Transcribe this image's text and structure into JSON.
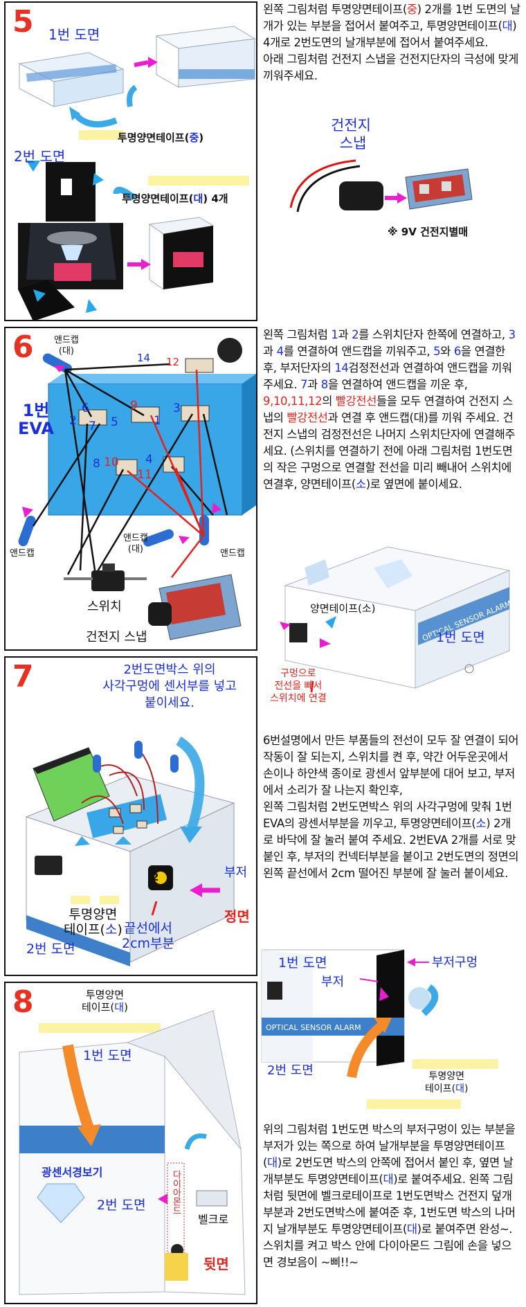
{
  "step5": {
    "number": "5",
    "label_drawing1": "1번 도면",
    "label_drawing2": "2번 도면",
    "tape_mid_a": "투명양면테이프(",
    "tape_mid_b": "중",
    "tape_mid_c": ")",
    "tape_large_a": "투명양면테이프(",
    "tape_large_b": "대",
    "tape_large_c": ") 4개",
    "text": [
      {
        "t": "왼쪽 그림처럼 투명양면테이프(",
        "c": ""
      },
      {
        "t": "중",
        "c": "red"
      },
      {
        "t": ") 2개를 1번 도면의 날개가 있는 부분을 접어서 붙여주고, 투명양면테이프(",
        "c": ""
      },
      {
        "t": "대",
        "c": "blue"
      },
      {
        "t": ") 4개로 2번도면의 날개부분에 접어서 붙여주세요.",
        "c": ""
      }
    ],
    "text2": "아래 그림처럼 건전지 스냅을 건전지단자의 극성에 맞게 끼워주세요.",
    "snap_label_1": "건전지",
    "snap_label_2": "스냅",
    "battery_note": "※ 9V 건전지별매"
  },
  "step6": {
    "number": "6",
    "endcap_large": "앤드캡",
    "endcap_large_sub": "(대)",
    "eva_1": "1번",
    "eva_2": "EVA",
    "endcap_left": "앤드캡",
    "endcap_large2": "앤드캡",
    "endcap_large2_sub": "(대)",
    "endcap_right": "앤드캡",
    "switch_label": "스위치",
    "snap_label": "건전지 스냅",
    "terminal_nums": [
      "6",
      "2",
      "7",
      "9",
      "5",
      "3",
      "1",
      "8",
      "10",
      "4",
      "11",
      "14",
      "12"
    ],
    "text": [
      {
        "t": "왼쪽 그림처럼 ",
        "c": ""
      },
      {
        "t": "1",
        "c": "blue"
      },
      {
        "t": "과 ",
        "c": ""
      },
      {
        "t": "2",
        "c": "blue"
      },
      {
        "t": "를 스위치단자 한쪽에 연결하고, ",
        "c": ""
      },
      {
        "t": "3",
        "c": "blue"
      },
      {
        "t": "과 ",
        "c": ""
      },
      {
        "t": "4",
        "c": "blue"
      },
      {
        "t": "를 연결하여 앤드캡을 끼워주고, ",
        "c": ""
      },
      {
        "t": "5",
        "c": "blue"
      },
      {
        "t": "와 ",
        "c": ""
      },
      {
        "t": "6",
        "c": "blue"
      },
      {
        "t": "을 연결한 후, 부저단자의 ",
        "c": ""
      },
      {
        "t": "14",
        "c": "blue"
      },
      {
        "t": "검정전선과 연결하여 앤드캡을 끼워주세요. ",
        "c": ""
      },
      {
        "t": "7",
        "c": "blue"
      },
      {
        "t": "과 ",
        "c": ""
      },
      {
        "t": "8",
        "c": "blue"
      },
      {
        "t": "을 연결하여 앤드캡을 끼운 후, ",
        "c": ""
      },
      {
        "t": "9,10,11,12",
        "c": "red"
      },
      {
        "t": "의 ",
        "c": ""
      },
      {
        "t": "빨강전선",
        "c": "red"
      },
      {
        "t": "들을 모두 연결하여 건전지 스냅의 ",
        "c": ""
      },
      {
        "t": "빨강전선",
        "c": "red"
      },
      {
        "t": "과 연결 후 앤드캡(대)를 끼워 주세요. 건전지 스냅의 검정전선은 나머지 스위치단자에 연결해주세요. (스위치를 연결하기 전에 아래 그림처럼 1번도면의 작은 구멍으로 연결할 전선을 미리 빼내어 스위치에 연결후, 양면테이프(",
        "c": ""
      },
      {
        "t": "소",
        "c": "blue"
      },
      {
        "t": ")로 옆면에 붙이세요.",
        "c": ""
      }
    ],
    "tape_small": "양면테이프(소)",
    "drawing1": "1번 도면",
    "hole_note_1": "구멍으로",
    "hole_note_2": "전선을 빼서",
    "hole_note_3": "스위치에 연결"
  },
  "step7": {
    "number": "7",
    "title_1": "2번도면박스 위의",
    "title_2": "사각구멍에 센서부를 넣고",
    "title_3": "붙이세요.",
    "tape_1": "투명양면",
    "tape_2a": "테이프(",
    "tape_2b": "소",
    "tape_2c": ")",
    "end_1": "끝선에서",
    "end_2": "2cm부분",
    "buzzer": "부저",
    "front": "정면",
    "drawing2": "2번 도면",
    "marker": "2",
    "text": [
      {
        "t": "6번설명에서 만든 부품들의 전선이 모두 잘 연결이 되어 작동이 잘 되는지, 스위치를 켠 후, 약간 어두운곳에서 손이나 하얀색 종이로 광센서 앞부분에 대어 보고, 부저에서 소리가 잘 나는지 확인후,",
        "c": ""
      },
      {
        "t": "\n",
        "c": ""
      },
      {
        "t": "왼쪽 그림처럼  2번도면박스 위의 사각구멍에 맞춰 1번EVA의 광센서부분을 끼우고, 투명양면테이프(",
        "c": ""
      },
      {
        "t": "소",
        "c": "blue"
      },
      {
        "t": ") 2개로 바닥에 잘 눌러 붙여 주세요. 2번EVA 2개를 서로 맞붙인 후, 부저의 컨넥터부분을 붙이고 2번도면의 정면의 왼쪽 끝선에서 2cm 떨어진 부분에 잘 눌러 붙이세요.",
        "c": ""
      }
    ],
    "fig_drawing1": "1번 도면",
    "fig_buzzer": "부저",
    "fig_buzzer_hole": "부저구멍",
    "fig_drawing2": "2번 도면",
    "fig_tape_1": "투명양면",
    "fig_tape_2a": "테이프(",
    "fig_tape_2b": "대",
    "fig_tape_2c": ")",
    "fig_box_text": "OPTICAL SENSOR ALARM"
  },
  "step8": {
    "number": "8",
    "tape_1": "투명양면",
    "tape_2a": "테이프(",
    "tape_2b": "대",
    "tape_2c": ")",
    "drawing1": "1번 도면",
    "drawing2": "2번 도면",
    "velcro": "벨크로",
    "back": "뒷면",
    "box_title": "광센서경보기",
    "text": [
      {
        "t": "위의 그림처럼 1번도면 박스의 부저구멍이 있는 부분을 부저가 있는 쪽으로 하여 날개부분을 투명양면테이프(",
        "c": ""
      },
      {
        "t": "대",
        "c": "blue"
      },
      {
        "t": ")로 2번도면 박스의 안쪽에 접어서 붙인 후, 옆면 날개부분도 투명양면테이프(",
        "c": ""
      },
      {
        "t": "대",
        "c": "blue"
      },
      {
        "t": ")로 붙여주세요. 왼쪽 그림처럼 뒷면에 벨크로테이프로 1번도면박스 건전지 덮개부분과 2번도면박스에 붙여준 후, 1번도면 박스의 나머지 날개부분도 투명양면테이프(",
        "c": ""
      },
      {
        "t": "대",
        "c": "blue"
      },
      {
        "t": ")로 붙여주면 완성~. 스위치를 켜고 박스 안에 다이아몬드 그림에 손을 넣으면 경보음이 ~삐!!~",
        "c": ""
      }
    ]
  },
  "colors": {
    "red": "#e0231c",
    "blue": "#1a2fd8",
    "magenta": "#e81ecf",
    "sky": "#2aa7e8",
    "tape": "#fbf2a4"
  }
}
